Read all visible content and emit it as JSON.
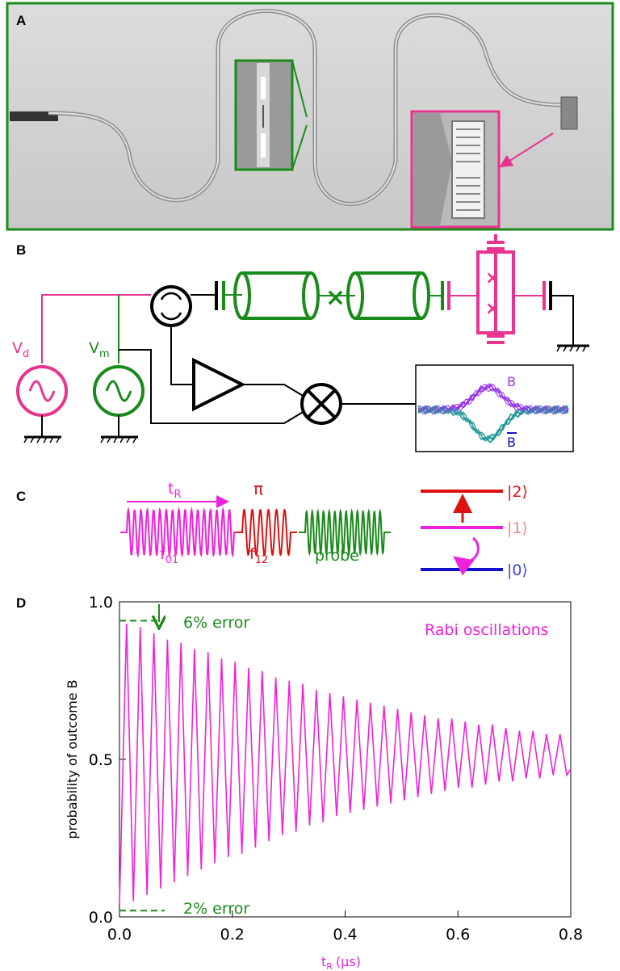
{
  "panels": {
    "a": {
      "label": "A"
    },
    "b": {
      "label": "B",
      "vd": "V",
      "vd_sub": "d",
      "vm": "V",
      "vm_sub": "m",
      "trace_b": "B",
      "trace_bbar": "B"
    },
    "c": {
      "label": "C",
      "tr": "t",
      "tr_sub": "R",
      "pi": "π",
      "f01": "f",
      "f01_sub": "01",
      "f12": "f",
      "f12_sub": "12",
      "probe": "probe",
      "state2": "|2⟩",
      "state1": "|1⟩",
      "state0": "|0⟩"
    },
    "d": {
      "label": "D",
      "annotation_top": "6% error",
      "annotation_bottom": "2% error",
      "legend": "Rabi oscillations"
    }
  },
  "colors": {
    "green": "#1a8a1a",
    "magenta": "#ee22dd",
    "pink": "#e8338f",
    "red": "#dd1111",
    "blue": "#1111cc",
    "purple": "#9933ee",
    "teal": "#229999"
  },
  "chart_data": {
    "type": "line",
    "title": "",
    "xlabel": "t",
    "xlabel_sub": "R",
    "xlabel_unit": "(µs)",
    "ylabel": "probability of outcome B",
    "xlim": [
      0.0,
      0.8
    ],
    "ylim": [
      0.0,
      1.0
    ],
    "xticks": [
      "0.0",
      "0.2",
      "0.4",
      "0.6",
      "0.8"
    ],
    "xtick_values": [
      0.0,
      0.2,
      0.4,
      0.6,
      0.8
    ],
    "yticks": [
      "0.0",
      "0.5",
      "1.0"
    ],
    "ytick_values": [
      0.0,
      0.5,
      1.0
    ],
    "series": [
      {
        "name": "Rabi oscillations",
        "color": "#ee22dd",
        "x": [
          0.0,
          0.0126,
          0.0246,
          0.0368,
          0.0488,
          0.061,
          0.073,
          0.085,
          0.097,
          0.109,
          0.121,
          0.133,
          0.145,
          0.157,
          0.169,
          0.181,
          0.193,
          0.205,
          0.217,
          0.229,
          0.241,
          0.253,
          0.265,
          0.277,
          0.289,
          0.301,
          0.313,
          0.325,
          0.337,
          0.349,
          0.361,
          0.373,
          0.385,
          0.397,
          0.409,
          0.421,
          0.433,
          0.445,
          0.457,
          0.469,
          0.481,
          0.493,
          0.505,
          0.517,
          0.529,
          0.541,
          0.553,
          0.565,
          0.577,
          0.589,
          0.601,
          0.613,
          0.625,
          0.637,
          0.649,
          0.661,
          0.673,
          0.685,
          0.697,
          0.709,
          0.721,
          0.733,
          0.745,
          0.757,
          0.769,
          0.781,
          0.793,
          0.8
        ],
        "y": [
          0.04,
          0.93,
          0.05,
          0.92,
          0.07,
          0.9,
          0.09,
          0.88,
          0.11,
          0.87,
          0.13,
          0.85,
          0.15,
          0.84,
          0.17,
          0.82,
          0.19,
          0.81,
          0.2,
          0.79,
          0.22,
          0.78,
          0.24,
          0.76,
          0.26,
          0.75,
          0.27,
          0.74,
          0.29,
          0.72,
          0.3,
          0.71,
          0.32,
          0.7,
          0.33,
          0.69,
          0.34,
          0.68,
          0.35,
          0.67,
          0.36,
          0.66,
          0.37,
          0.65,
          0.38,
          0.64,
          0.39,
          0.63,
          0.4,
          0.63,
          0.41,
          0.62,
          0.41,
          0.61,
          0.42,
          0.61,
          0.43,
          0.6,
          0.43,
          0.59,
          0.44,
          0.59,
          0.44,
          0.58,
          0.45,
          0.58,
          0.45,
          0.47
        ]
      }
    ],
    "reference_lines": [
      {
        "name": "6% error",
        "y": 0.94,
        "x_range": [
          0.0,
          0.08
        ]
      },
      {
        "name": "2% error",
        "y": 0.02,
        "x_range": [
          0.0,
          0.08
        ]
      }
    ]
  }
}
